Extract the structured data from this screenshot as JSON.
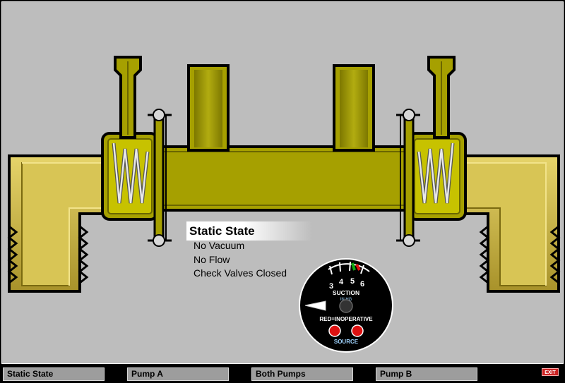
{
  "info": {
    "title": "Static State",
    "lines": [
      "No Vacuum",
      "No Flow",
      "Check Valves Closed"
    ]
  },
  "gauge": {
    "scale_labels": [
      "3",
      "4",
      "5",
      "6"
    ],
    "title": "SUCTION",
    "unit": "IN HG",
    "indicator_label": "RED=INOPERATIVE",
    "source_label": "SOURCE"
  },
  "nav": {
    "buttons": [
      "Static State",
      "Pump A",
      "Both Pumps",
      "Pump B"
    ],
    "exit": "EXIT"
  },
  "colors": {
    "body": "#a6a000",
    "body_dark": "#6a6600",
    "fitting": "#c8b43a",
    "background": "#bdbdbd",
    "gauge_red": "#dd1111"
  }
}
